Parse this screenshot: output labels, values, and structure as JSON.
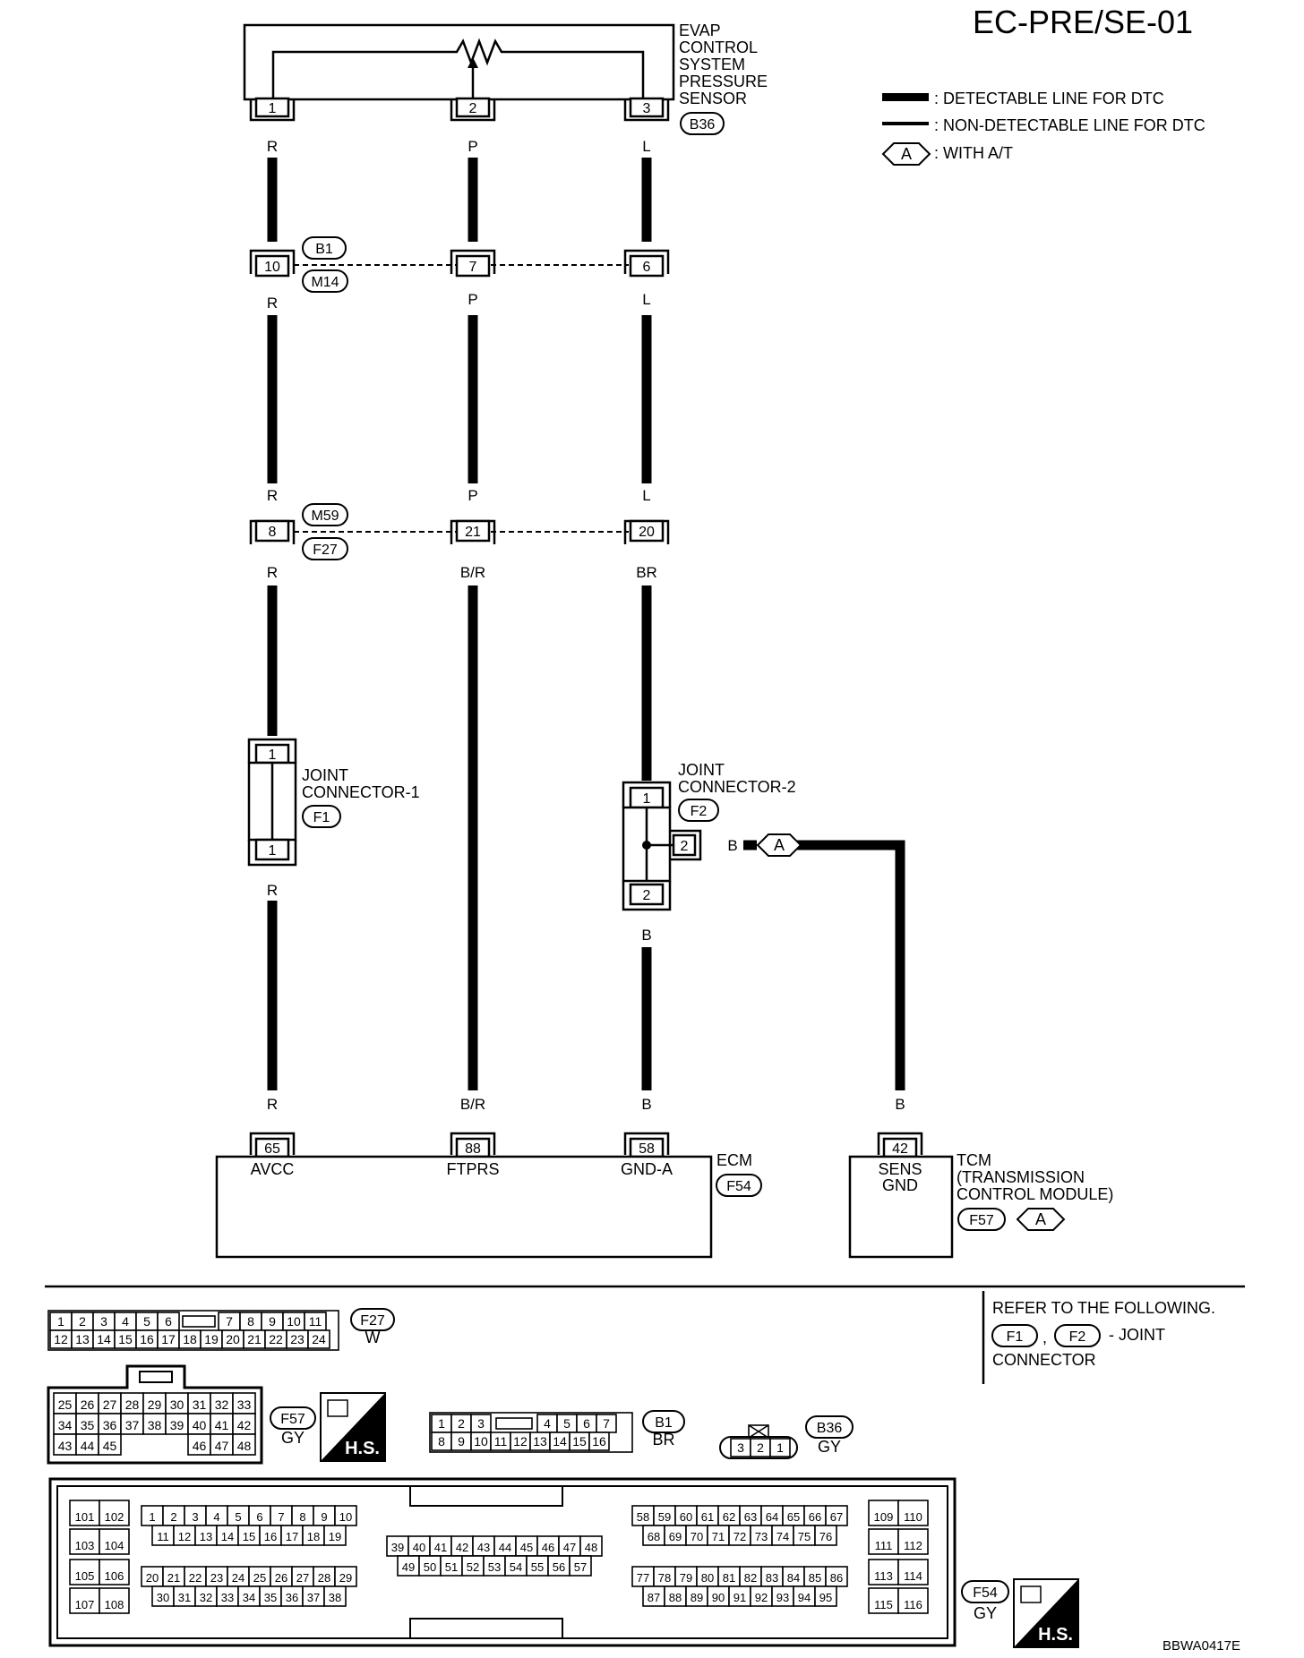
{
  "title": "EC-PRE/SE-01",
  "legend": {
    "detectable": ": DETECTABLE LINE FOR DTC",
    "non_detectable": ": NON-DETECTABLE LINE FOR DTC",
    "at_symbol": "A",
    "with_at": ": WITH A/T"
  },
  "sensor": {
    "name_lines": [
      "EVAP",
      "CONTROL",
      "SYSTEM",
      "PRESSURE",
      "SENSOR"
    ],
    "connector": "B36",
    "pins": [
      "1",
      "2",
      "3"
    ]
  },
  "wire_colors": {
    "r": "R",
    "p": "P",
    "l": "L",
    "br_red": "B/R",
    "brown": "BR",
    "black": "B"
  },
  "connector_b1_m14": {
    "codes": [
      "B1",
      "M14"
    ],
    "pins": [
      "10",
      "7",
      "6"
    ]
  },
  "connector_m59_f27": {
    "codes": [
      "M59",
      "F27"
    ],
    "pins": [
      "8",
      "21",
      "20"
    ]
  },
  "joint1": {
    "lines": [
      "JOINT",
      "CONNECTOR-1"
    ],
    "code": "F1",
    "pins": [
      "1",
      "1"
    ]
  },
  "joint2": {
    "lines": [
      "JOINT",
      "CONNECTOR-2"
    ],
    "code": "F2",
    "pins": [
      "1",
      "2",
      "2"
    ]
  },
  "ecm": {
    "name": "ECM",
    "code": "F54",
    "pins": [
      "65",
      "88",
      "58"
    ],
    "terminals": [
      "AVCC",
      "FTPRS",
      "GND-A"
    ]
  },
  "tcm": {
    "name_lines": [
      "TCM",
      "(TRANSMISSION",
      "CONTROL MODULE)"
    ],
    "code": "F57",
    "symbol": "A",
    "pin": "42",
    "terminal_lines": [
      "SENS",
      "GND"
    ]
  },
  "refer": {
    "line1": "REFER TO THE FOLLOWING.",
    "codes": [
      "F1",
      "F2"
    ],
    "sep": ",",
    "joint": "- JOINT",
    "line3": "CONNECTOR"
  },
  "face_f27": {
    "code": "F27",
    "color": "W",
    "row1": [
      "1",
      "2",
      "3",
      "4",
      "5",
      "6",
      "7",
      "8",
      "9",
      "10",
      "11"
    ],
    "row2": [
      "12",
      "13",
      "14",
      "15",
      "16",
      "17",
      "18",
      "19",
      "20",
      "21",
      "22",
      "23",
      "24"
    ]
  },
  "face_f57": {
    "code": "F57",
    "color": "GY",
    "row1": [
      "25",
      "26",
      "27",
      "28",
      "29",
      "30",
      "31",
      "32",
      "33"
    ],
    "row2": [
      "34",
      "35",
      "36",
      "37",
      "38",
      "39",
      "40",
      "41",
      "42"
    ],
    "row3": [
      "43",
      "44",
      "45",
      "46",
      "47",
      "48"
    ]
  },
  "face_b1": {
    "code": "B1",
    "color": "BR",
    "row1": [
      "1",
      "2",
      "3",
      "4",
      "5",
      "6",
      "7"
    ],
    "row2": [
      "8",
      "9",
      "10",
      "11",
      "12",
      "13",
      "14",
      "15",
      "16"
    ]
  },
  "face_b36": {
    "code": "B36",
    "color": "GY",
    "pins": [
      "3",
      "2",
      "1"
    ]
  },
  "face_f54": {
    "code": "F54",
    "color": "GY",
    "left": [
      [
        "101",
        "102"
      ],
      [
        "103",
        "104"
      ],
      [
        "105",
        "106"
      ],
      [
        "107",
        "108"
      ]
    ],
    "g1r1": [
      "1",
      "2",
      "3",
      "4",
      "5",
      "6",
      "7",
      "8",
      "9",
      "10"
    ],
    "g1r2": [
      "11",
      "12",
      "13",
      "14",
      "15",
      "16",
      "17",
      "18",
      "19"
    ],
    "g1r3": [
      "20",
      "21",
      "22",
      "23",
      "24",
      "25",
      "26",
      "27",
      "28",
      "29"
    ],
    "g1r4": [
      "30",
      "31",
      "32",
      "33",
      "34",
      "35",
      "36",
      "37",
      "38"
    ],
    "mid1": [
      "39",
      "40",
      "41",
      "42",
      "43",
      "44",
      "45",
      "46",
      "47",
      "48"
    ],
    "mid2": [
      "49",
      "50",
      "51",
      "52",
      "53",
      "54",
      "55",
      "56",
      "57"
    ],
    "g3r1": [
      "58",
      "59",
      "60",
      "61",
      "62",
      "63",
      "64",
      "65",
      "66",
      "67"
    ],
    "g3r2": [
      "68",
      "69",
      "70",
      "71",
      "72",
      "73",
      "74",
      "75",
      "76"
    ],
    "g3r3": [
      "77",
      "78",
      "79",
      "80",
      "81",
      "82",
      "83",
      "84",
      "85",
      "86"
    ],
    "g3r4": [
      "87",
      "88",
      "89",
      "90",
      "91",
      "92",
      "93",
      "94",
      "95"
    ],
    "right": [
      [
        "109",
        "110"
      ],
      [
        "111",
        "112"
      ],
      [
        "113",
        "114"
      ],
      [
        "115",
        "116"
      ]
    ]
  },
  "hs_label": "H.S.",
  "figure_id": "BBWA0417E"
}
